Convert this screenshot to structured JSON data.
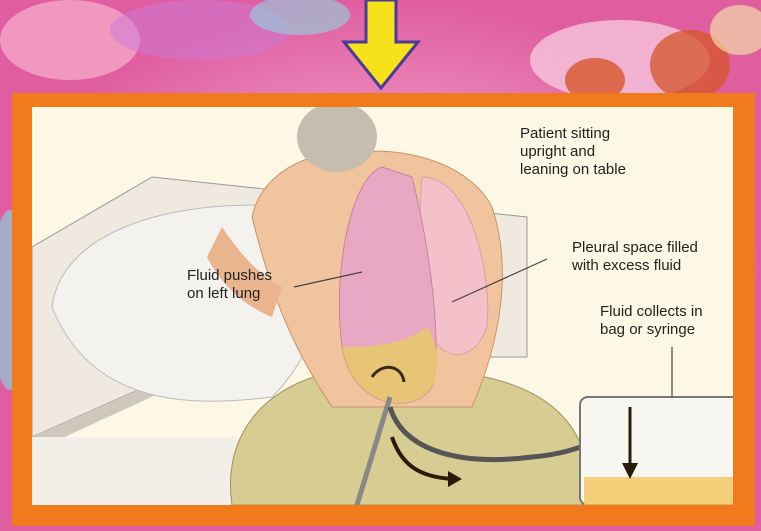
{
  "labels": {
    "patient": "Patient sitting\nupright and\nleaning on table",
    "pleural": "Pleural space filled\nwith excess fluid",
    "fluid_pushes": "Fluid pushes\non left lung",
    "collects": "Fluid collects in\nbag or syringe"
  },
  "colors": {
    "frame": "#f07a1c",
    "arrow": "#f6e21a",
    "background_pink": "#e86aa8"
  },
  "icons": {
    "pointer": "down-arrow-icon"
  }
}
